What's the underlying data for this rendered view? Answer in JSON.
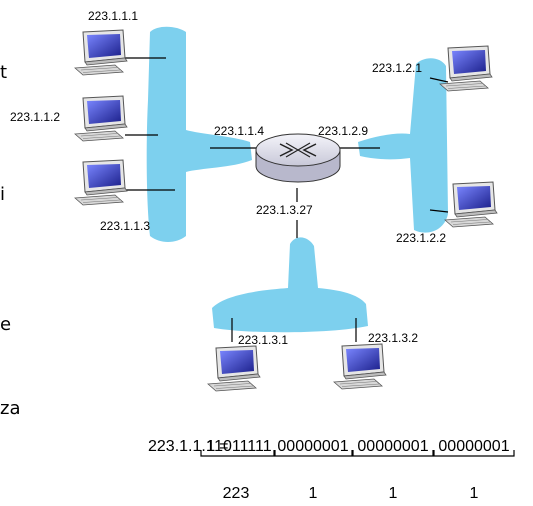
{
  "side_fragments": [
    "t",
    "i",
    "e",
    "za"
  ],
  "subnet_a": {
    "hosts": [
      "223.1.1.1",
      "223.1.1.2",
      "223.1.1.3"
    ],
    "router_interface": "223.1.1.4"
  },
  "subnet_b": {
    "hosts": [
      "223.1.2.1",
      "223.1.2.2"
    ],
    "router_interface": "223.1.2.9"
  },
  "subnet_c": {
    "hosts": [
      "223.1.3.1",
      "223.1.3.2"
    ],
    "router_interface": "223.1.3.27"
  },
  "binary": {
    "lhs": "223.1.1.1 =",
    "bytes": [
      "11011111",
      "00000001",
      "00000001",
      "00000001"
    ],
    "decimals": [
      "223",
      "1",
      "1",
      "1"
    ]
  },
  "colors": {
    "link": "#7dd0ee",
    "router_fill": "#e8e8f0",
    "screen": "#3b46c8"
  }
}
